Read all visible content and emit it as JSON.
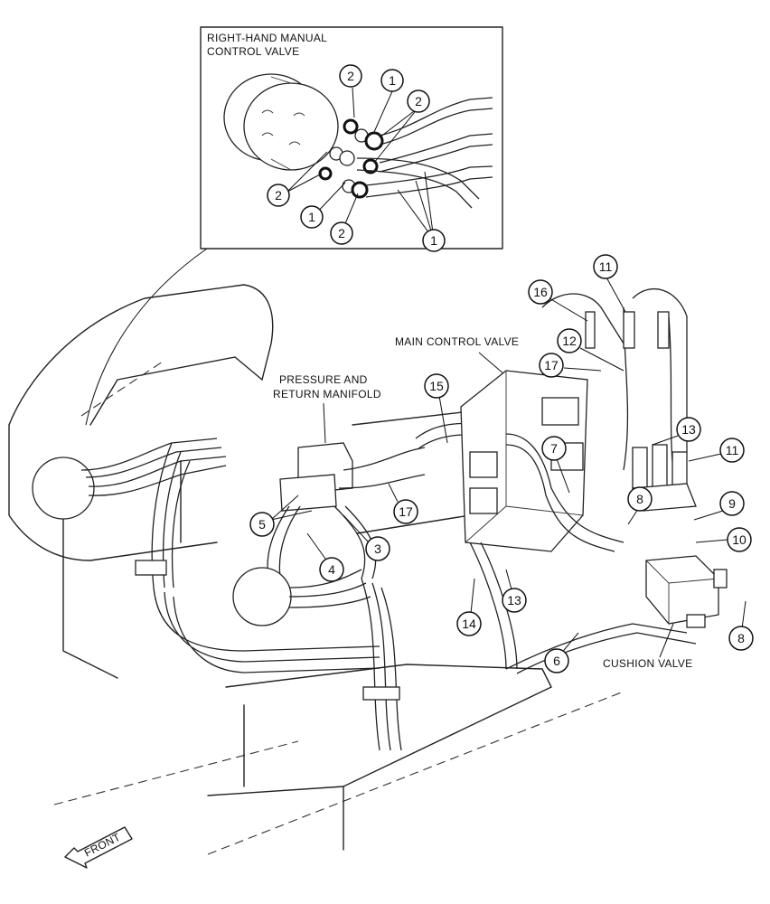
{
  "labels": {
    "inset_title_line1": "RIGHT-HAND MANUAL",
    "inset_title_line2": "CONTROL VALVE",
    "main_control_valve": "MAIN CONTROL VALVE",
    "pressure_return_line1": "PRESSURE AND",
    "pressure_return_line2": "RETURN MANIFOLD",
    "cushion_valve": "CUSHION VALVE",
    "front": "FRONT"
  },
  "callouts": [
    {
      "id": "c1",
      "text": "2"
    },
    {
      "id": "c2",
      "text": "1"
    },
    {
      "id": "c3",
      "text": "2"
    },
    {
      "id": "c4",
      "text": "2"
    },
    {
      "id": "c5",
      "text": "1"
    },
    {
      "id": "c6",
      "text": "2"
    },
    {
      "id": "c7",
      "text": "1"
    },
    {
      "id": "c8",
      "text": "16"
    },
    {
      "id": "c9",
      "text": "11"
    },
    {
      "id": "c10",
      "text": "12"
    },
    {
      "id": "c11",
      "text": "17"
    },
    {
      "id": "c12",
      "text": "15"
    },
    {
      "id": "c13",
      "text": "13"
    },
    {
      "id": "c14",
      "text": "11"
    },
    {
      "id": "c15",
      "text": "7"
    },
    {
      "id": "c16",
      "text": "9"
    },
    {
      "id": "c17",
      "text": "10"
    },
    {
      "id": "c18",
      "text": "8"
    },
    {
      "id": "c19",
      "text": "5"
    },
    {
      "id": "c20",
      "text": "17"
    },
    {
      "id": "c21",
      "text": "3"
    },
    {
      "id": "c22",
      "text": "4"
    },
    {
      "id": "c23",
      "text": "13"
    },
    {
      "id": "c24",
      "text": "14"
    },
    {
      "id": "c25",
      "text": "6"
    },
    {
      "id": "c26",
      "text": "8"
    }
  ]
}
